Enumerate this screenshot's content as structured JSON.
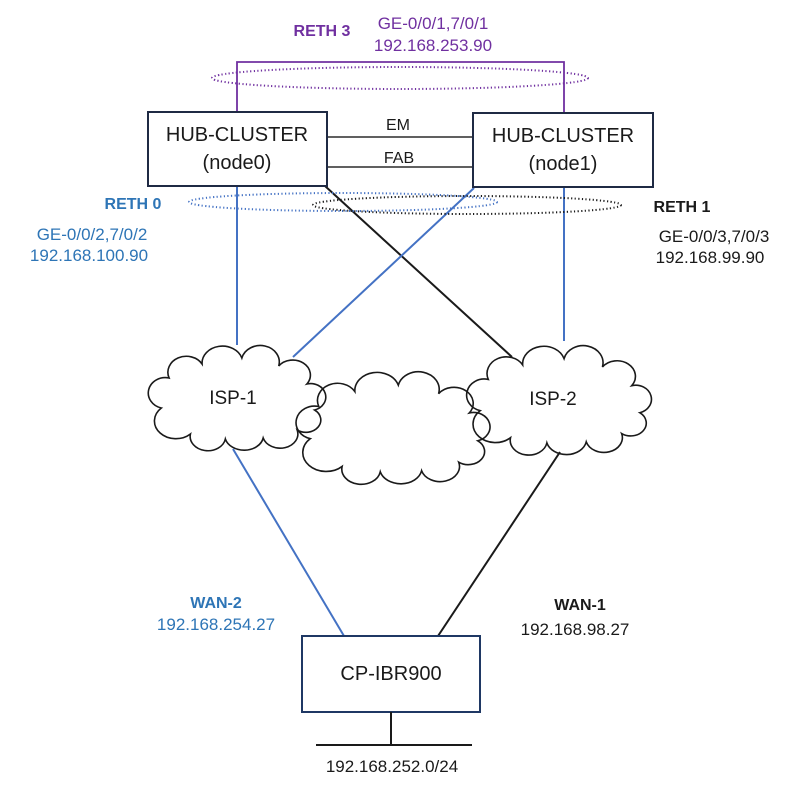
{
  "diagram": {
    "reth3": {
      "label": "RETH 3",
      "interface": "GE-0/0/1,7/0/1",
      "ip": "192.168.253.90"
    },
    "hub_node0": {
      "name": "HUB-CLUSTER",
      "node": "(node0)"
    },
    "hub_node1": {
      "name": "HUB-CLUSTER",
      "node": "(node1)"
    },
    "cluster_links": {
      "em": "EM",
      "fab": "FAB"
    },
    "reth0": {
      "label": "RETH 0",
      "interface": "GE-0/0/2,7/0/2",
      "ip": "192.168.100.90"
    },
    "reth1": {
      "label": "RETH 1",
      "interface": "GE-0/0/3,7/0/3",
      "ip": "192.168.99.90"
    },
    "clouds": {
      "isp1": "ISP-1",
      "isp2": "ISP-2"
    },
    "wan2": {
      "label": "WAN-2",
      "ip": "192.168.254.27"
    },
    "wan1": {
      "label": "WAN-1",
      "ip": "192.168.98.27"
    },
    "router": {
      "label": "CP-IBR900"
    },
    "lan": {
      "subnet": "192.168.252.0/24"
    },
    "colors": {
      "purple": "#7030A0",
      "blue_text": "#2E75B6",
      "blue_line": "#4472C4",
      "black_line": "#1a1a1a",
      "hub_box_border": "#1F2A44",
      "router_box_border": "#1F3864"
    }
  }
}
